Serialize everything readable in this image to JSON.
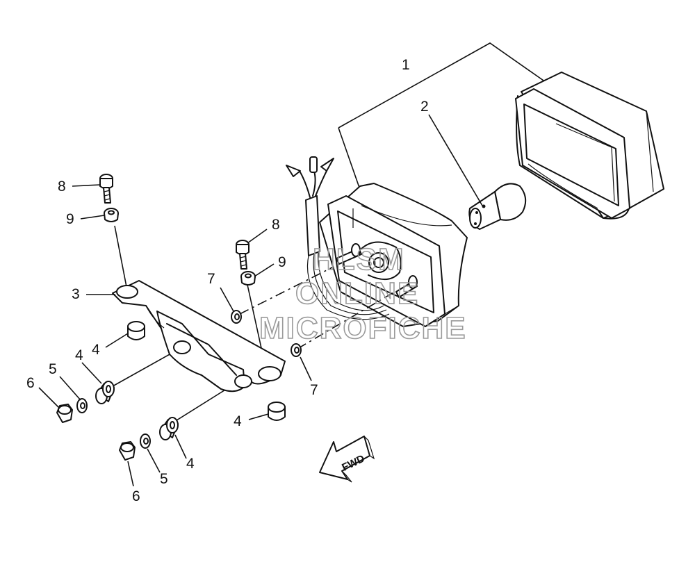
{
  "watermark": {
    "line1": "HLSM",
    "line2": "ONLINE",
    "line3": "MICROFICHE"
  },
  "direction_label": "FWD",
  "callouts": {
    "c1": "1",
    "c2": "2",
    "c3": "3",
    "c4a": "4",
    "c4b": "4",
    "c4c": "4",
    "c4d": "4",
    "c5a": "5",
    "c5b": "5",
    "c6a": "6",
    "c6b": "6",
    "c7a": "7",
    "c7b": "7",
    "c8a": "8",
    "c8b": "8",
    "c9a": "9",
    "c9b": "9"
  }
}
